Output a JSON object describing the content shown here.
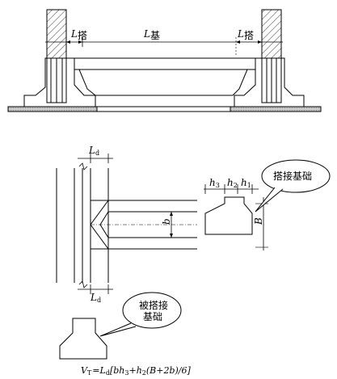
{
  "elevation": {
    "label_left": {
      "main": "L",
      "sub": "搭"
    },
    "label_center": {
      "main": "L",
      "sub": "基"
    },
    "label_right": {
      "main": "L",
      "sub": "搭"
    }
  },
  "plan": {
    "label_top": {
      "main": "L",
      "sub": "d"
    },
    "label_bottom": {
      "main": "L",
      "sub": "d"
    },
    "dim_h3": {
      "main": "h",
      "sub": "3"
    },
    "dim_h2": {
      "main": "h",
      "sub": "2"
    },
    "dim_h1": {
      "main": "h",
      "sub": "1"
    },
    "dim_b": "b",
    "dim_B": "B",
    "callout_lap": "搭接基础",
    "callout_lapped_line1": "被搭接",
    "callout_lapped_line2": "基础"
  },
  "formula": "V T = Ld[bh3 + h2(B + 2b)/6]",
  "formula_parts": {
    "v": "V",
    "v_sub": "T",
    "eq": "=",
    "l": "L",
    "l_sub": "d",
    "body": "[bh",
    "b_sub3": "3",
    "plus": "+",
    "h": "h",
    "h_sub": "2",
    "tail": "(B+2b)/6]"
  }
}
